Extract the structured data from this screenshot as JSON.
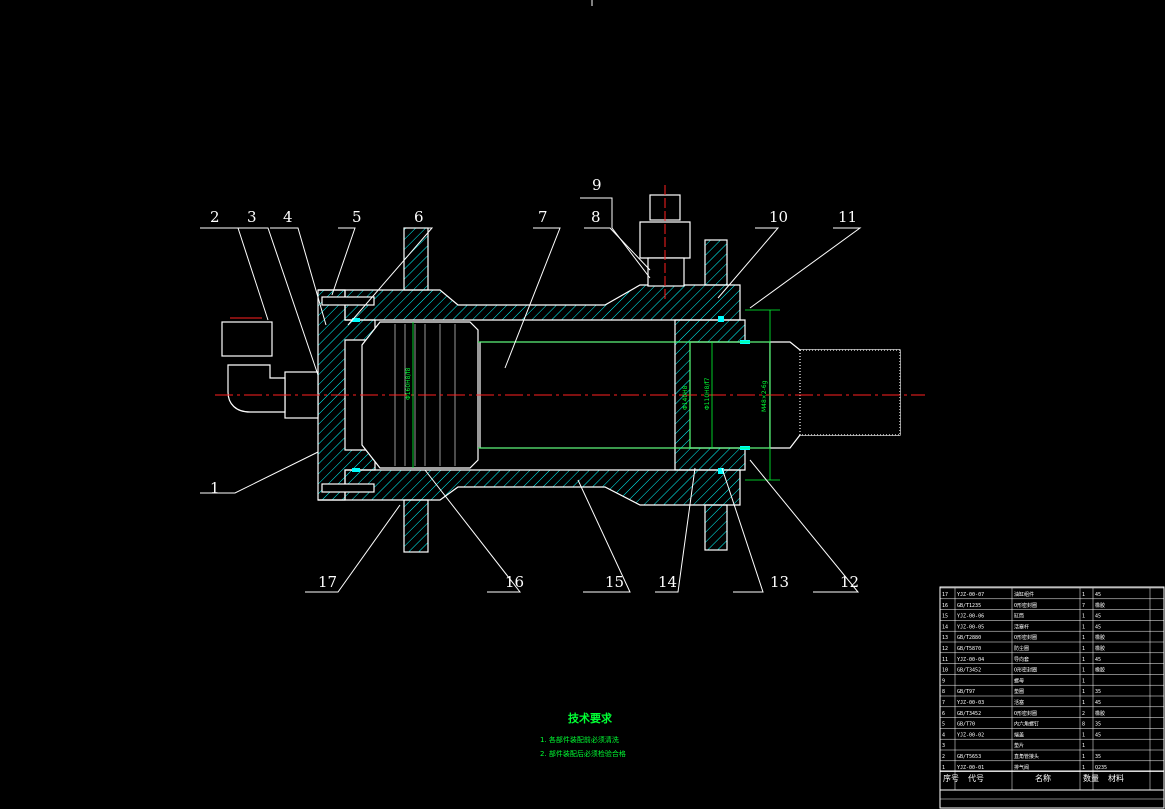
{
  "drawing": {
    "colors": {
      "background": "#000000",
      "outline": "#ffffff",
      "hatch": "#00ffff",
      "centerline": "#ff2020",
      "dimension": "#00ff33",
      "leader": "#ffffff"
    },
    "callouts": [
      {
        "label": "1"
      },
      {
        "label": "2"
      },
      {
        "label": "3"
      },
      {
        "label": "4"
      },
      {
        "label": "5"
      },
      {
        "label": "6"
      },
      {
        "label": "7"
      },
      {
        "label": "8"
      },
      {
        "label": "9"
      },
      {
        "label": "10"
      },
      {
        "label": "11"
      },
      {
        "label": "12"
      },
      {
        "label": "13"
      },
      {
        "label": "14"
      },
      {
        "label": "15"
      },
      {
        "label": "16"
      },
      {
        "label": "17"
      }
    ],
    "dimensions": [
      "Φ160H8/f8",
      "Φ140H8",
      "Φ110H8/f7",
      "M48×2-6g"
    ]
  },
  "notes": {
    "title": "技术要求",
    "lines": [
      "1. 各部件装配前必须清洗",
      "2. 部件装配后必须检验合格"
    ]
  },
  "bom": {
    "headers": [
      "序号",
      "代号",
      "名称",
      "数量",
      "材料"
    ],
    "rows": [
      {
        "no": "17",
        "code": "YJZ-00-07",
        "name": "油缸组件",
        "qty": "1",
        "mat": "45"
      },
      {
        "no": "16",
        "code": "GB/T1235",
        "name": "O形密封圈",
        "qty": "7",
        "mat": "橡胶"
      },
      {
        "no": "15",
        "code": "YJZ-00-06",
        "name": "缸筒",
        "qty": "1",
        "mat": "45"
      },
      {
        "no": "14",
        "code": "YJZ-00-05",
        "name": "活塞杆",
        "qty": "1",
        "mat": "45"
      },
      {
        "no": "13",
        "code": "GB/T2880",
        "name": "O形密封圈",
        "qty": "1",
        "mat": "橡胶"
      },
      {
        "no": "12",
        "code": "GB/T5870",
        "name": "防尘圈",
        "qty": "1",
        "mat": "橡胶"
      },
      {
        "no": "11",
        "code": "YJZ-00-04",
        "name": "导向套",
        "qty": "1",
        "mat": "45"
      },
      {
        "no": "10",
        "code": "GB/T3452",
        "name": "O形密封圈",
        "qty": "1",
        "mat": "橡胶"
      },
      {
        "no": "9",
        "code": "",
        "name": "螺母",
        "qty": "1",
        "mat": ""
      },
      {
        "no": "8",
        "code": "GB/T97",
        "name": "垫圈",
        "qty": "1",
        "mat": "35"
      },
      {
        "no": "7",
        "code": "YJZ-00-03",
        "name": "活塞",
        "qty": "1",
        "mat": "45"
      },
      {
        "no": "6",
        "code": "GB/T3452",
        "name": "O形密封圈",
        "qty": "2",
        "mat": "橡胶"
      },
      {
        "no": "5",
        "code": "GB/T70",
        "name": "内六角螺钉",
        "qty": "8",
        "mat": "35"
      },
      {
        "no": "4",
        "code": "YJZ-00-02",
        "name": "端盖",
        "qty": "1",
        "mat": "45"
      },
      {
        "no": "3",
        "code": "",
        "name": "垫片",
        "qty": "1",
        "mat": ""
      },
      {
        "no": "2",
        "code": "GB/T5653",
        "name": "直角管接头",
        "qty": "1",
        "mat": "35"
      },
      {
        "no": "1",
        "code": "YJZ-00-01",
        "name": "排气阀",
        "qty": "1",
        "mat": "Q235"
      }
    ]
  }
}
